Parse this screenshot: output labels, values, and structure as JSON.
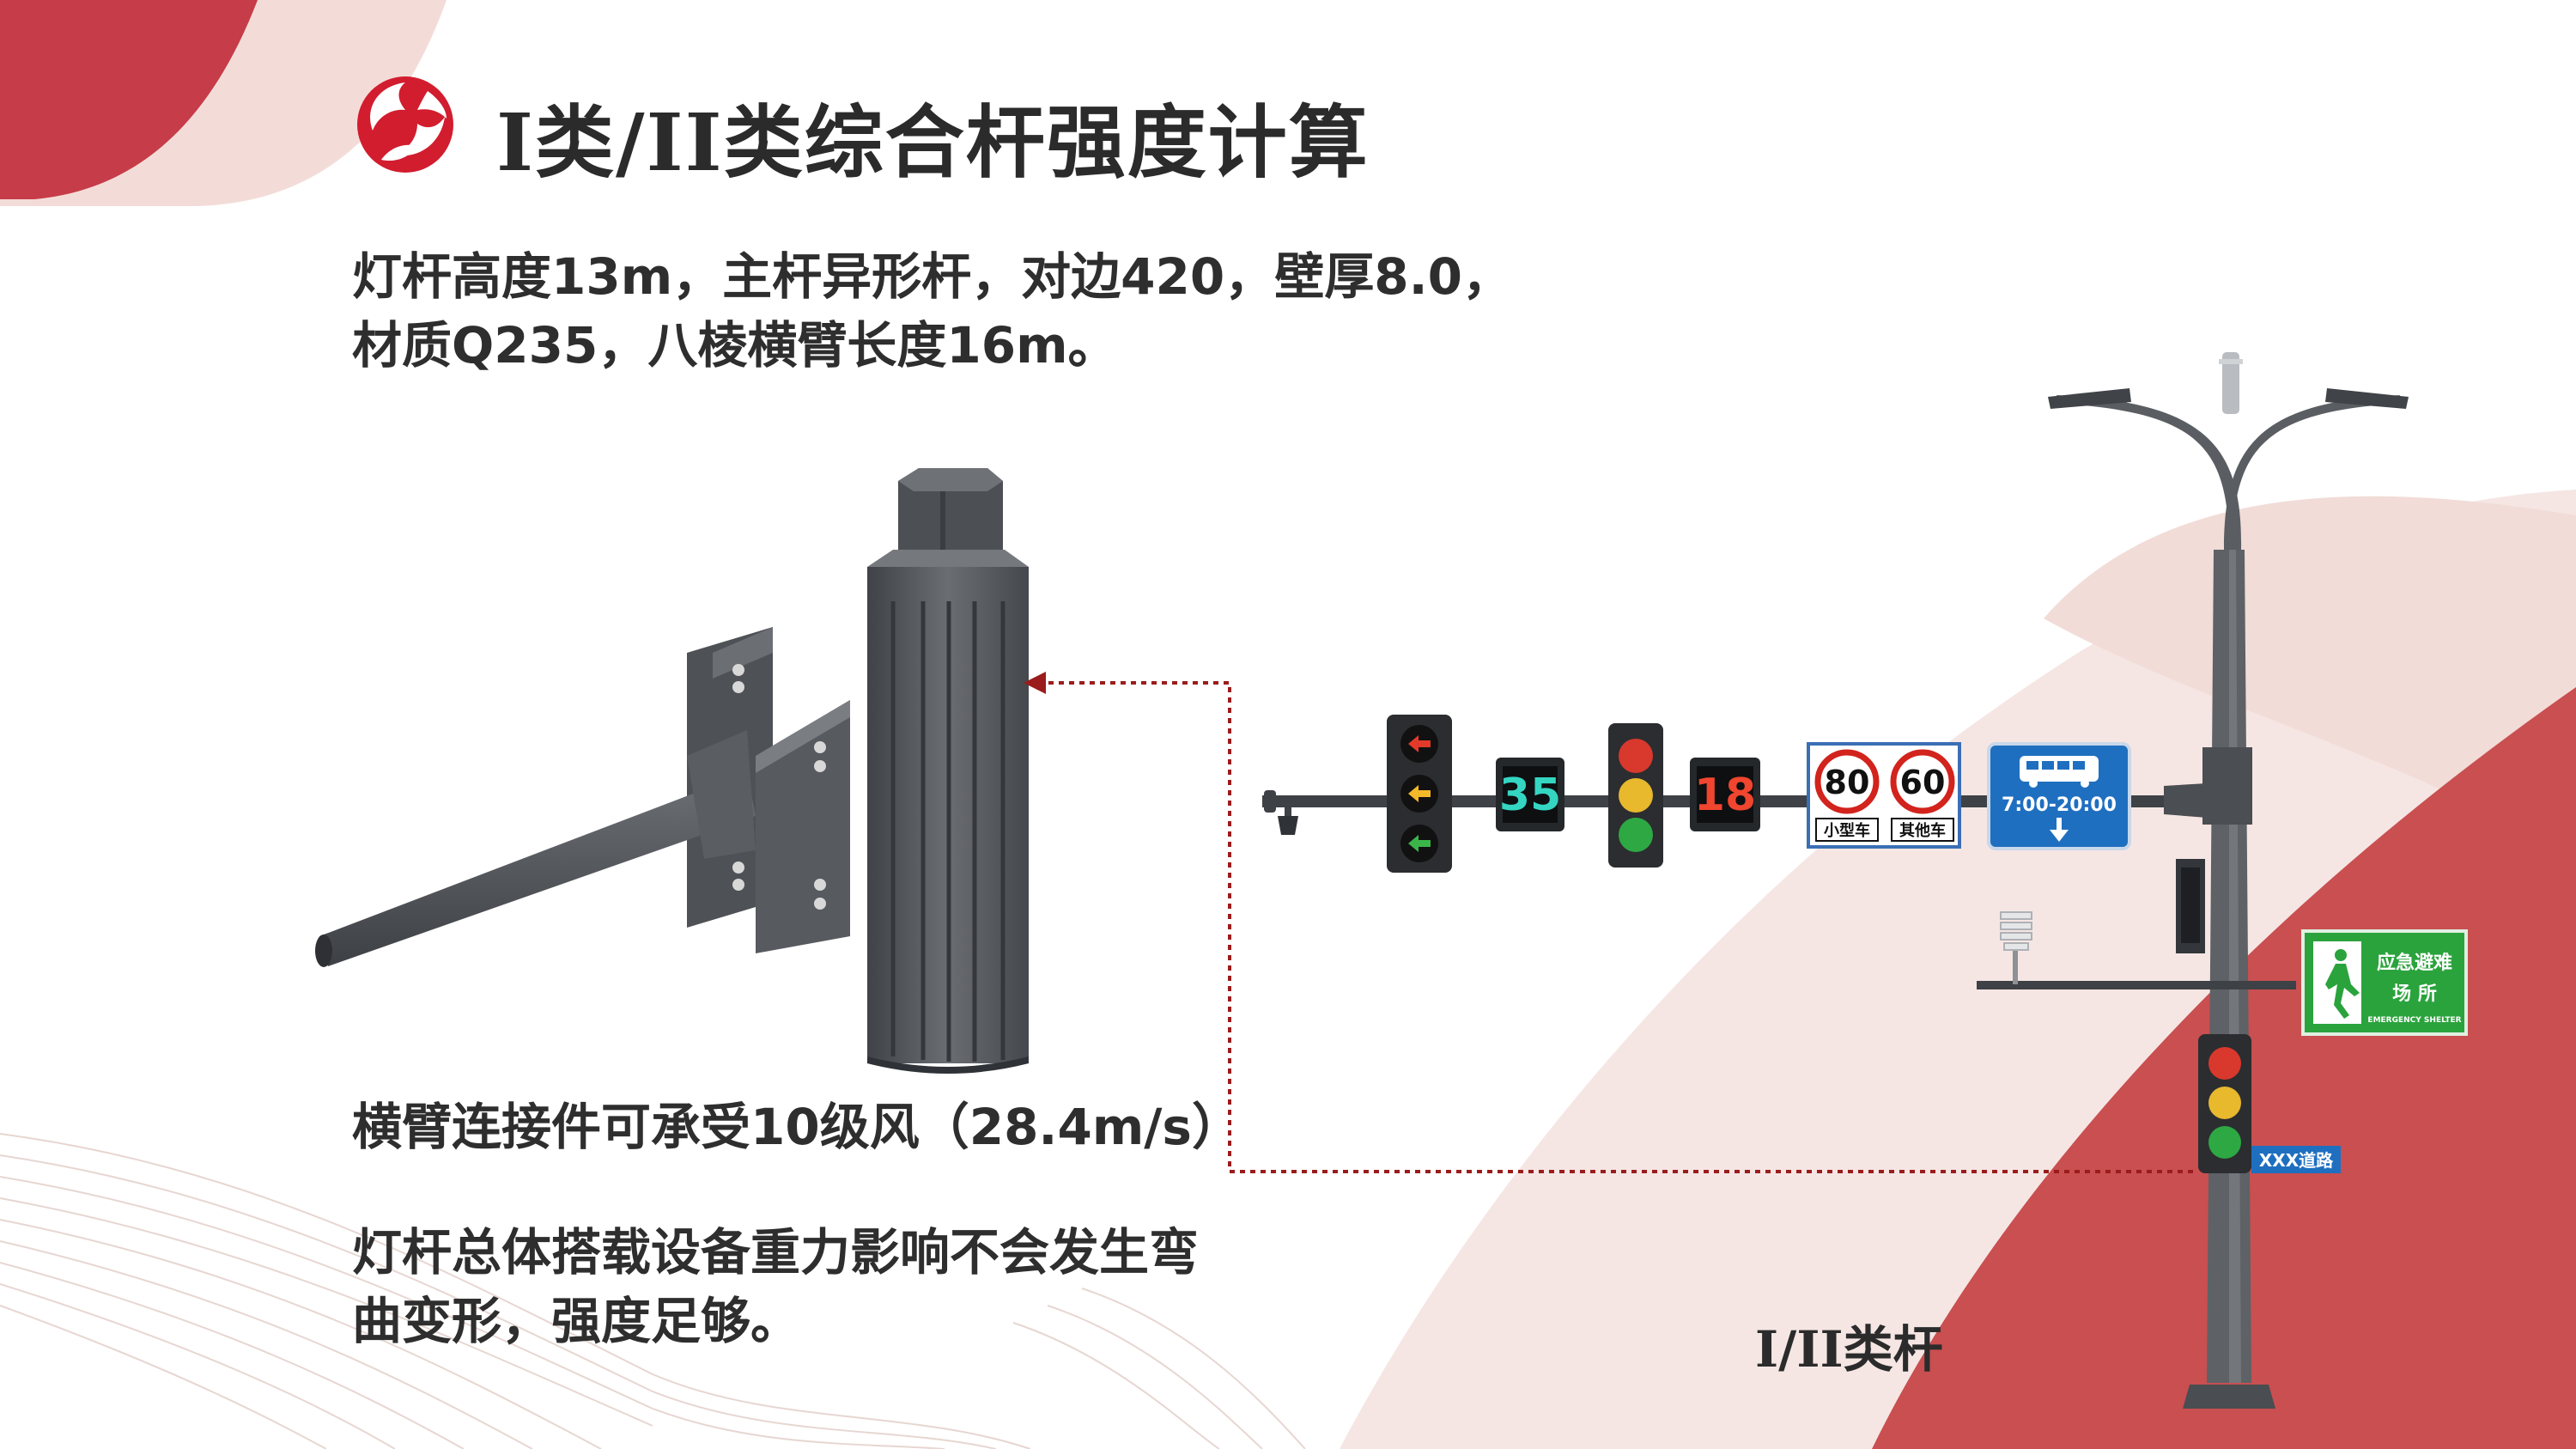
{
  "title": "I类/II类综合杆强度计算",
  "description": {
    "line1": "灯杆高度13m，主杆异形杆，对边420，壁厚8.0，",
    "line2": "材质Q235，八棱横臂长度16m。"
  },
  "note_wind": "横臂连接件可承受10级风（28.4m/s）",
  "note_strength": {
    "line1": "灯杆总体搭载设备重力影响不会发生弯",
    "line2": "曲变形，强度足够。"
  },
  "pole_caption": "I/II类杆",
  "countdown_green": "35",
  "countdown_red": "18",
  "speed_sign": {
    "limit_small": "80",
    "limit_other": "60",
    "label_small": "小型车",
    "label_other": "其他车"
  },
  "bus_sign": {
    "time": "7:00-20:00",
    "icon": "bus-icon"
  },
  "shelter_sign": {
    "line1": "应急避难",
    "line2": "场 所",
    "line3": "EMERGENCY SHELTER",
    "icon": "running-person-icon"
  },
  "road_name": "XXX道路",
  "colors": {
    "brand_red": "#c8192e",
    "accent_red": "#c94a4a",
    "pole_gray": "#5a5d62",
    "sign_blue": "#1f6fc0",
    "sign_green": "#2aa33c"
  },
  "logo_icon": "swirl-logo-icon"
}
